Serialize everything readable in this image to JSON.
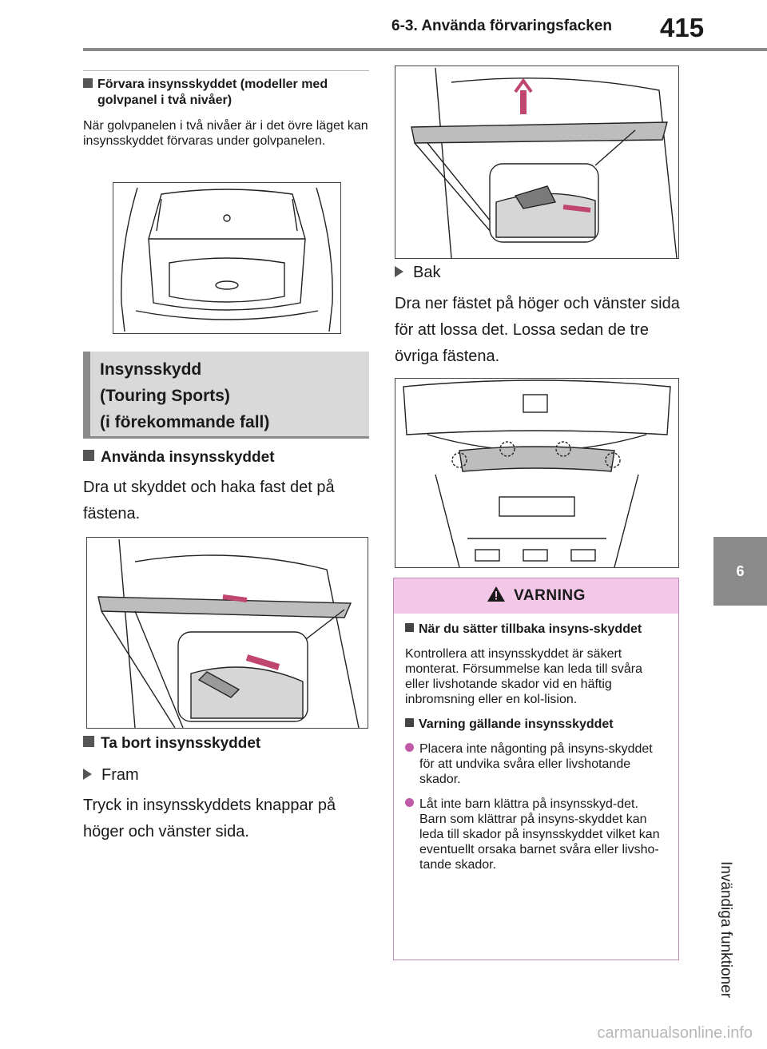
{
  "header": {
    "section": "6-3. Använda förvaringsfacken",
    "page_number": "415"
  },
  "side": {
    "chapter_number": "6",
    "chapter_title": "Invändiga funktioner"
  },
  "left": {
    "sub_head": "Förvara insynsskyddet (modeller med golvpanel i två nivåer)",
    "sub_body": "När golvpanelen i två nivåer är i det övre läget kan insynsskyddet förvaras under golvpanelen.",
    "box_line1": "Insynsskydd",
    "box_line2": "(Touring Sports)",
    "box_line3": "(i förekommande fall)",
    "use_head": "Använda insynsskyddet",
    "use_body": "Dra ut skyddet och haka fast det på fästena.",
    "remove_head": "Ta bort insynsskyddet",
    "front_label": "Fram",
    "front_body": "Tryck in insynsskyddets knappar på höger och vänster sida."
  },
  "right": {
    "rear_label": "Bak",
    "rear_body": "Dra ner fästet på höger och vänster sida för att lossa det. Lossa sedan de tre övriga fästena."
  },
  "warning": {
    "title": "VARNING",
    "head1": "När du sätter tillbaka insyns-skyddet",
    "body1": "Kontrollera att insynsskyddet är säkert monterat. Försummelse kan leda till svåra eller livshotande skador vid en häftig inbromsning eller en kol-lision.",
    "head2": "Varning gällande insynsskyddet",
    "bullet1": "Placera inte någonting på insyns-skyddet för att undvika svåra eller livshotande skador.",
    "bullet2": "Låt inte barn klättra på insynsskyd-det. Barn som klättrar på insyns-skyddet kan leda till skador på insynsskyddet vilket kan eventuellt orsaka barnet svåra eller livsho-tande skador."
  },
  "footer": {
    "watermark": "carmanualsonline.info"
  },
  "colors": {
    "gray_bar": "#8a8a8a",
    "box_fill": "#d9d9d9",
    "warning_header": "#f3c7e8",
    "warning_border": "#c28bbd",
    "bullet_dot": "#c05aa8"
  }
}
